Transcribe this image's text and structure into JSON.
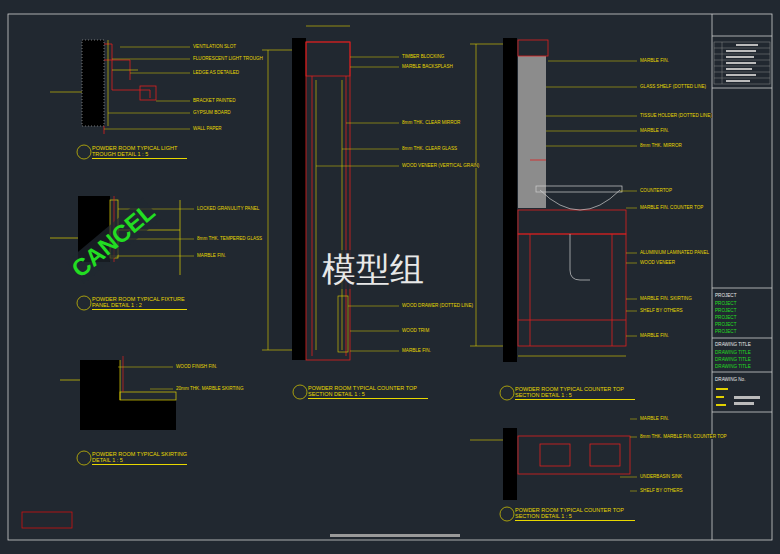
{
  "diagram": {
    "labels": [
      "POWDER ROOM TYPICAL LIGHT TROUGH DETAIL 1 : 5",
      "POWDER ROOM TYPICAL FIXTURE PANEL DETAIL 1 : 2",
      "POWDER ROOM TYPICAL SKIRTING DETAIL 1 : 5",
      "POWDER ROOM TYPICAL COUNTER TOP SECTION DETAIL 1 : 5",
      "POWDER ROOM TYPICAL COUNTER TOP SECTION DETAIL 1 : 5",
      "POWDER ROOM TYPICAL COUNTER TOP SECTION DETAIL 1 : 5",
      "CANCEL",
      "模型组",
      "VENTILATION SLOT",
      "FLUORESCENT LIGHT TROUGH",
      "LEDGE AS DETAILED",
      "BRACKET PAINTED",
      "GYPSUM BOARD",
      "WALL PAPER",
      "LOCKED GRANULITY PANEL",
      "8mm THK. TEMPERED GLASS",
      "MARBLE FIN.",
      "WOOD FINISH FIN.",
      "20mm THK. MARBLE SKIRTING",
      "TIMBER BLOCKING",
      "MARBLE BACKSPLASH",
      "8mm THK. CLEAR MIRROR",
      "8mm THK. CLEAR GLASS",
      "WOOD VENEER (VERTICAL GRAIN)",
      "WOOD DRAWER (DOTTED LINE)",
      "WOOD TRIM",
      "MARBLE FIN.",
      "MARBLE FIN.",
      "GLASS SHELF (DOTTED LINE)",
      "TISSUE HOLDER (DOTTED LINE)",
      "MARBLE FIN.",
      "8mm THK. MIRROR",
      "COUNTERTOP",
      "MARBLE FIN. COUNTER TOP",
      "ALUMINIUM LAMINATED PANEL",
      "WOOD VENEER",
      "MARBLE FIN. SKIRTING",
      "SHELF BY OTHERS",
      "MARBLE FIN.",
      "MARBLE FIN.",
      "8mm THK. MARBLE FIN. COUNTER TOP",
      "UNDERBASIN SINK",
      "SHELF BY OTHERS",
      "PROJECT",
      "PROJECT",
      "PROJECT",
      "PROJECT",
      "PROJECT",
      "PROJECT",
      "DRAWING TITLE",
      "DRAWING TITLE",
      "DRAWING TITLE",
      "DRAWING TITLE",
      "DRAWING No."
    ]
  }
}
